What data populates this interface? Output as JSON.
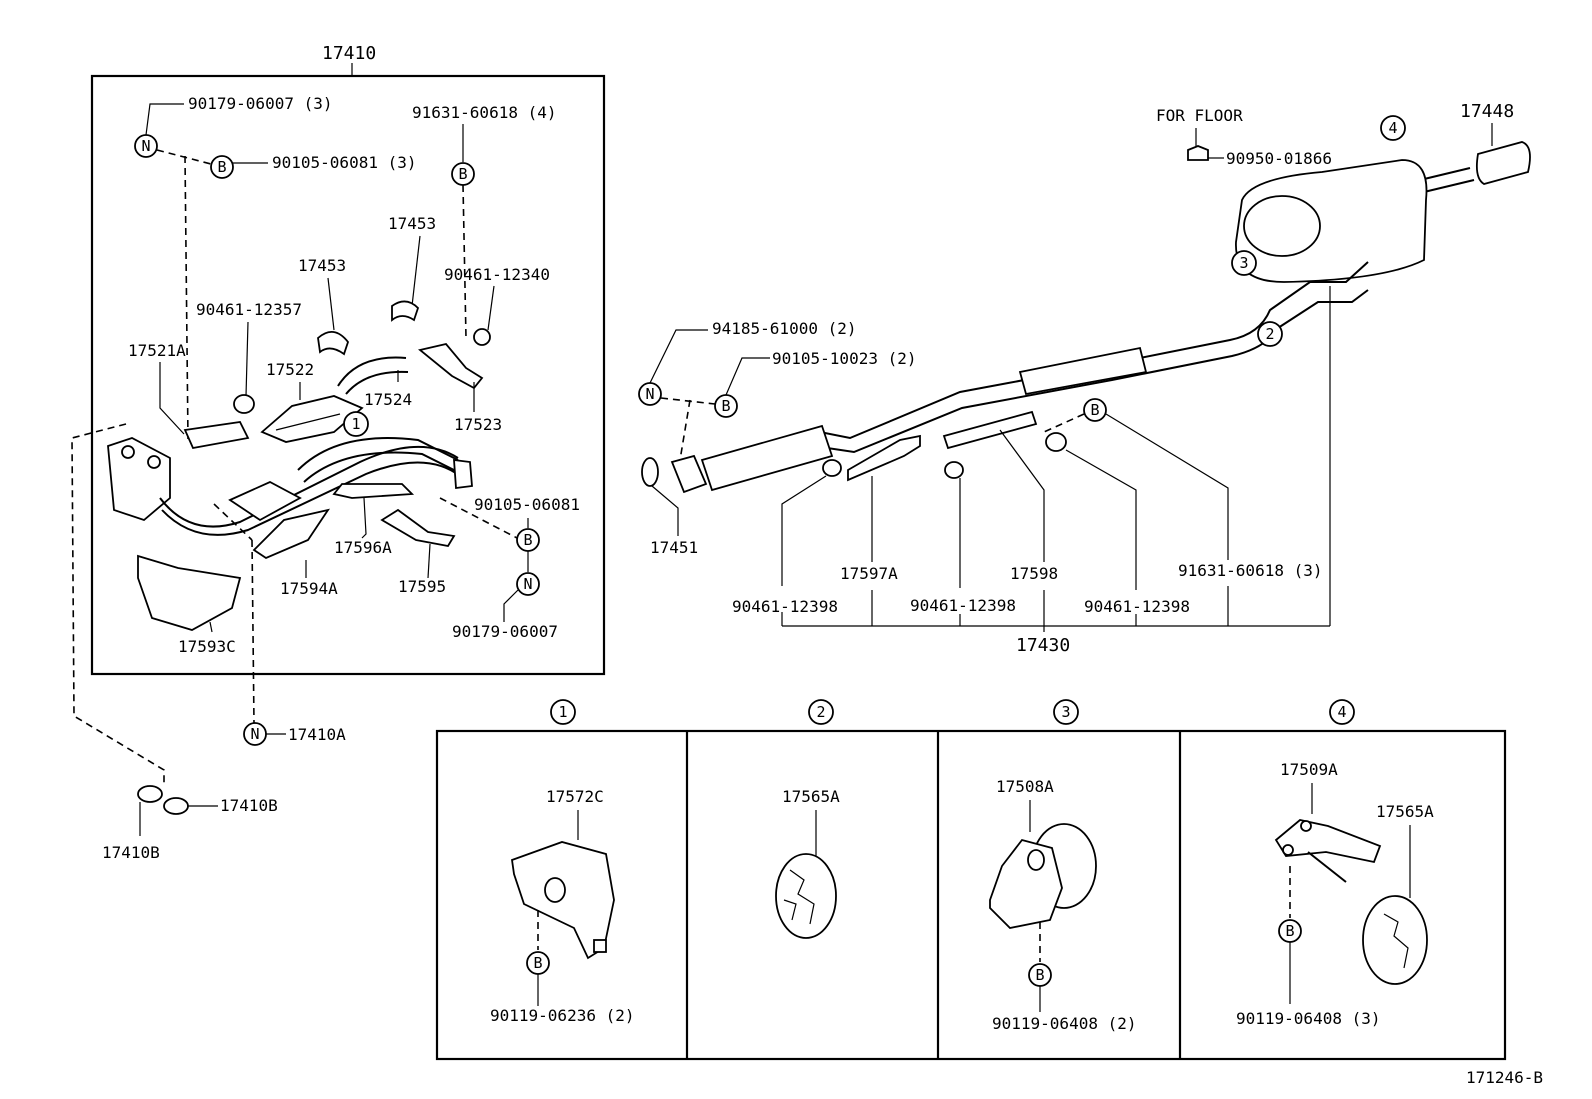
{
  "main_group": {
    "assembly": "17410",
    "labels": {
      "n1": "90179-06007 (3)",
      "b1": "90105-06081 (3)",
      "b2": "91631-60618 (4)",
      "p17453a": "17453",
      "p17453b": "17453",
      "p90461a": "90461-12340",
      "p90461b": "90461-12357",
      "p17521a": "17521A",
      "p17522": "17522",
      "p17524": "17524",
      "p17523": "17523",
      "p90105": "90105-06081",
      "p17596a": "17596A",
      "p17594a": "17594A",
      "p17595": "17595",
      "p90179": "90179-06007",
      "p17593c": "17593C"
    }
  },
  "outside_parts": {
    "p17410a": "17410A",
    "p17410b_right": "17410B",
    "p17410b_left": "17410B"
  },
  "exhaust": {
    "assembly": "17430",
    "labels": {
      "for_floor": "FOR FLOOR",
      "p90950": "90950-01866",
      "p17448": "17448",
      "p94185": "94185-61000 (2)",
      "p90105": "90105-10023 (2)",
      "p17451": "17451",
      "p17597a": "17597A",
      "p17598": "17598",
      "p91631": "91631-60618 (3)",
      "c1": "90461-12398",
      "c2": "90461-12398",
      "c3": "90461-12398"
    }
  },
  "symbols": {
    "n": "N",
    "b": "B"
  },
  "callouts": [
    "1",
    "2",
    "3",
    "4"
  ],
  "detail_panels": [
    {
      "num": "1",
      "part": "17572C",
      "bolt": "90119-06236 (2)"
    },
    {
      "num": "2",
      "part": "17565A"
    },
    {
      "num": "3",
      "part": "17508A",
      "bolt": "90119-06408 (2)"
    },
    {
      "num": "4",
      "part": "17509A",
      "part2": "17565A",
      "bolt": "90119-06408 (3)"
    }
  ],
  "figure_id": "171246-B"
}
